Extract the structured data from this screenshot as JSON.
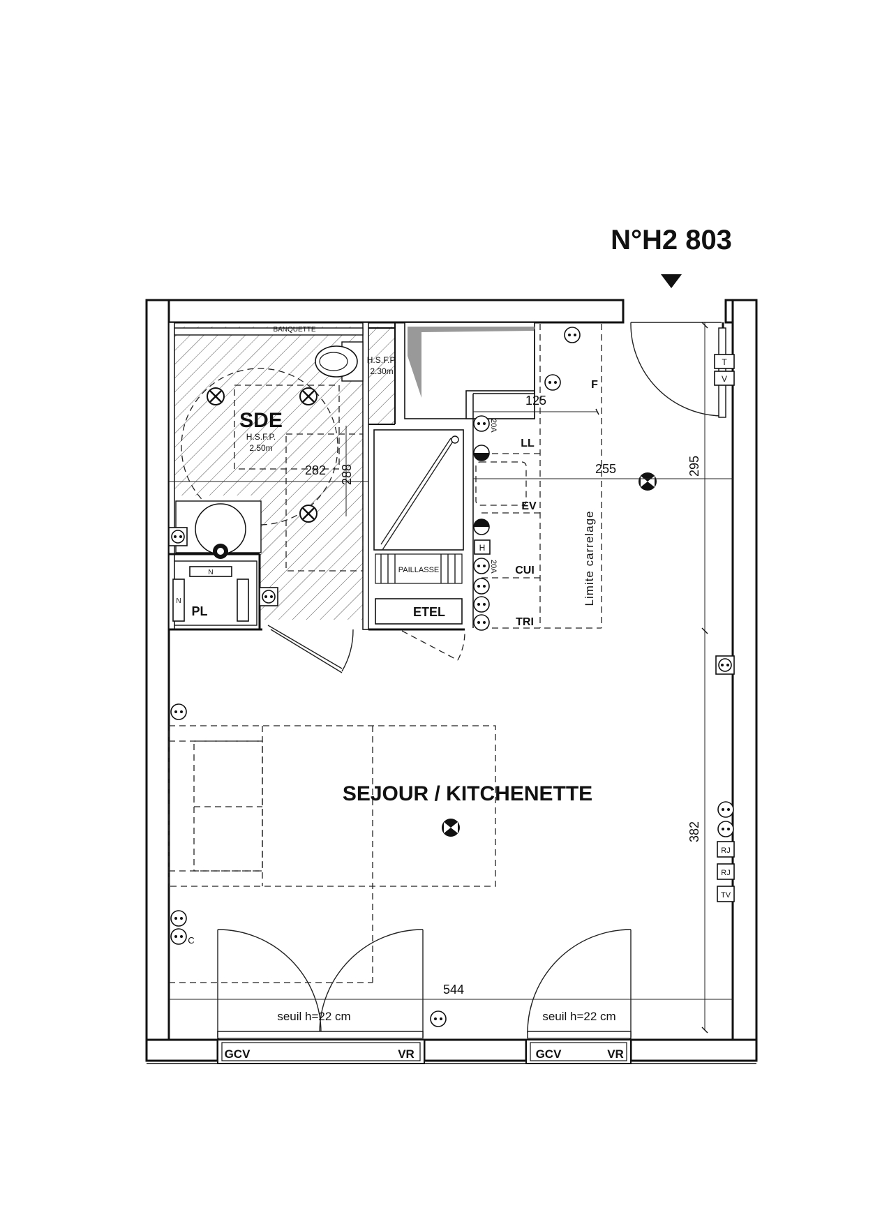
{
  "lot_number": "N°H2 803",
  "rooms": {
    "sde": "SDE",
    "sejour": "SEJOUR / KITCHENETTE"
  },
  "heights": {
    "sde_label": "H.S.F.P.",
    "sde_value": "2.50m",
    "wc_label": "H.S.F.P.",
    "wc_value": "2.30m"
  },
  "fixtures": {
    "banquette": "BANQUETTE",
    "paillasse": "PAILLASSE",
    "pl": "PL",
    "etel": "ETEL"
  },
  "kitchen_points": [
    "F",
    "LL",
    "EV",
    "CUI",
    "TRI"
  ],
  "outlet_ratings": [
    "20A",
    "20A"
  ],
  "tile_limit": "Limite carrelage",
  "dimensions": {
    "d125": "125",
    "d255": "255",
    "d295": "295",
    "d282": "282",
    "d288": "288",
    "d382": "382",
    "d544": "544"
  },
  "thresholds": [
    "seuil h=22 cm",
    "seuil h=22 cm"
  ],
  "window_labels": {
    "left_gcv": "GCV",
    "left_vr": "VR",
    "right_gcv": "GCV",
    "right_vr": "VR"
  },
  "wall_symbols": [
    "T",
    "V",
    "RJ",
    "RJ",
    "TV",
    "H",
    "N",
    "N"
  ],
  "socket_symbol": "C"
}
